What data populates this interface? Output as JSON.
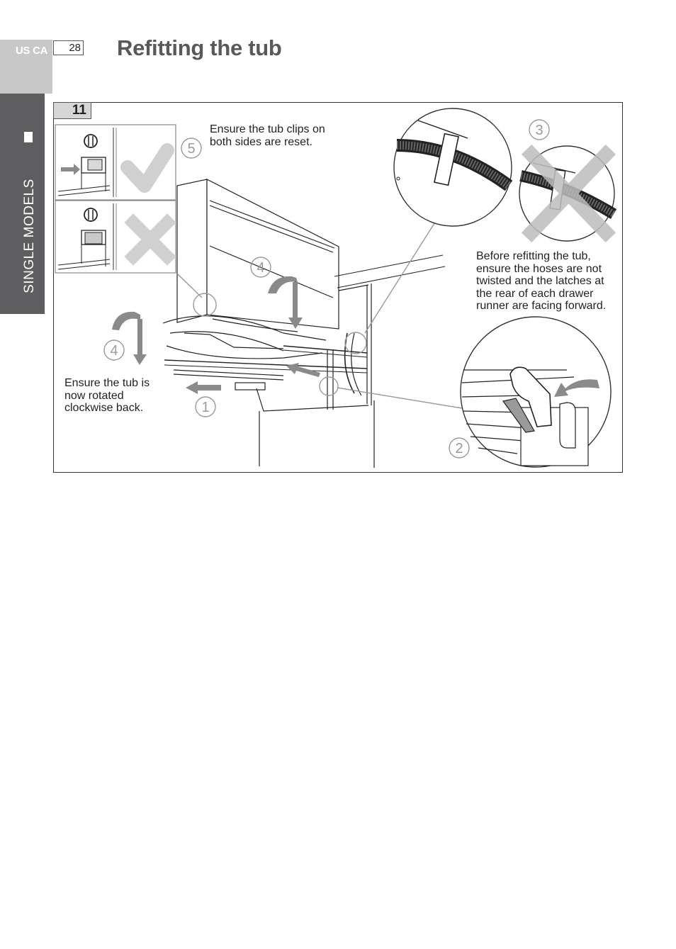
{
  "header": {
    "region": "US CA",
    "page_number": "28",
    "title": "Refitting the tub"
  },
  "sidebar": {
    "section_label": "SINGLE MODELS"
  },
  "figure": {
    "step_number": "11",
    "callouts": [
      "1",
      "2",
      "3",
      "4",
      "4",
      "5"
    ],
    "captions": {
      "clips_reset": "Ensure the tub clips on both sides are reset.",
      "hoses": "Before refitting the tub, ensure the hoses are not twisted and the latches at the rear of each drawer runner are facing forward.",
      "rotated": "Ensure the tub is now rotated clockwise back."
    }
  }
}
